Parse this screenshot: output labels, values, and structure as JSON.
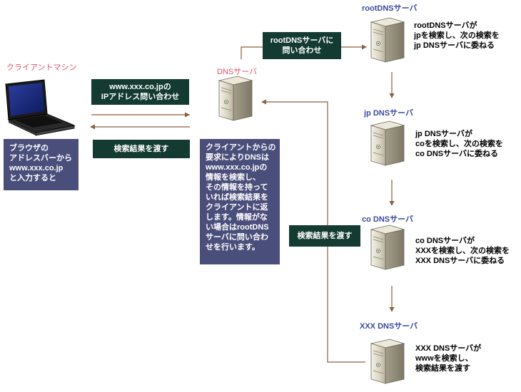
{
  "client": {
    "title": "クライアントマシン",
    "box_lines": [
      "ブラウザの",
      "アドレスバーから",
      "www.xxx.co.jp",
      "と入力すると"
    ]
  },
  "query_label": [
    "www.xxx.co.jpの",
    "IPアドレス問い合わせ"
  ],
  "result_to_client_label": "検索結果を渡す",
  "dns_server": {
    "title": "DNSサーバ",
    "box_lines": [
      "クライアントからの",
      "要求によりDNSは",
      "www.xxx.co.jpの",
      "情報を検索し、",
      "その情報を持って",
      "いれば検索結果を",
      "クライアントに返",
      "します。情報がな",
      "い場合はrootDNS",
      "サーバに問い合わ",
      "せを行います。"
    ]
  },
  "root_query_label": [
    "rootDNSサーバに",
    "問い合わせ"
  ],
  "result_return_label": "検索結果を渡す",
  "servers": [
    {
      "title": "rootDNSサーバ",
      "note": [
        "rootDNSサーバが",
        "jpを検索し、次の検索を",
        "jp DNSサーバに委ねる"
      ]
    },
    {
      "title": "jp DNSサーバ",
      "note": [
        "jp DNSサーバが",
        "coを検索し、次の検索を",
        "co DNSサーバに委ねる"
      ]
    },
    {
      "title": "co DNSサーバ",
      "note": [
        "co DNSサーバが",
        "XXXを検索し、次の検索を",
        "XXX DNSサーバに委ねる"
      ]
    },
    {
      "title": "XXX DNSサーバ",
      "note": [
        "XXX DNSサーバが",
        "wwwを検索し、",
        "検索結果を渡す"
      ]
    }
  ],
  "colors": {
    "arrow": "#8a6040",
    "label_box": "#133b31",
    "description_box": "#4a4e7a",
    "client_title": "#e0506a",
    "server_title": "#3a4aa0"
  },
  "icons": [
    "laptop-icon",
    "server-icon"
  ]
}
